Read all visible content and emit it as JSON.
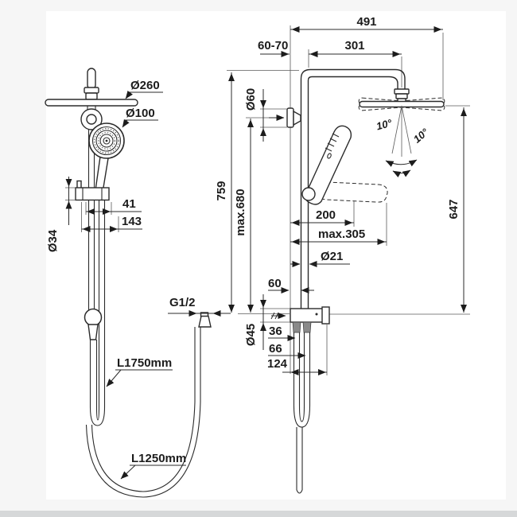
{
  "colors": {
    "background": "#f6f6f6",
    "paper": "#ffffff",
    "line": "#2b2b2b",
    "fitting_gray": "#8a8a8a",
    "bottom_bar": "#d6d8d9"
  },
  "front_view": {
    "labels": {
      "overhead_diameter": "Ø260",
      "handshower_diameter": "Ø100",
      "block_diameter": "Ø34",
      "block_offset": "41",
      "block_width": "143",
      "hose_thread": "G1/2",
      "hose_length_long": "L1750mm",
      "hose_length_short": "L1250mm"
    }
  },
  "side_view": {
    "labels": {
      "overall_width": "491",
      "wall_to_rail": "60-70",
      "arm_projection": "301",
      "flange_diameter": "Ø60",
      "head_tilt_left": "10°",
      "head_tilt_right": "10°",
      "rail_height": "759",
      "slider_max_height": "max.680",
      "head_to_bracket": "647",
      "handshower_projection": "200",
      "handshower_projection_max": "max.305",
      "rail_diameter": "Ø21",
      "bracket_offset": "60",
      "wall_cup_diameter": "Ø45",
      "hose_offset_1": "36",
      "hose_offset_2": "66",
      "bracket_width": "124"
    }
  }
}
